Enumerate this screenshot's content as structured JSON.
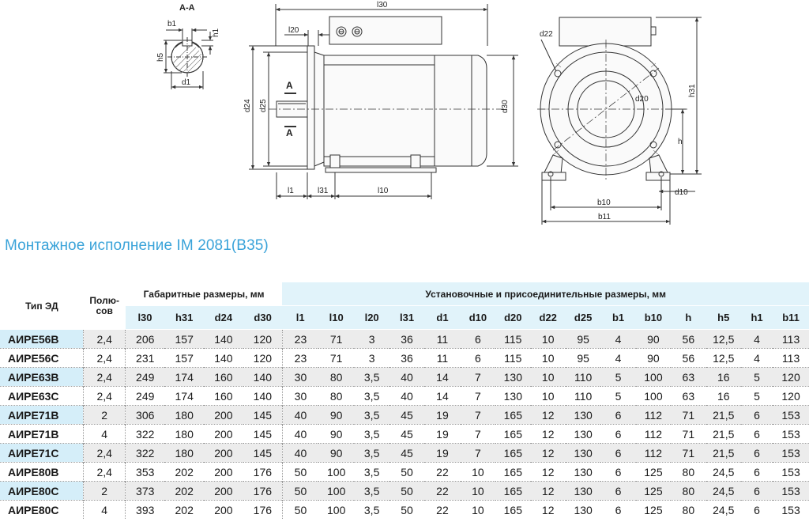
{
  "drawing": {
    "section_title": "A-A",
    "section_labels": {
      "b1": "b1",
      "h1": "h1",
      "h5": "h5",
      "d1": "d1"
    },
    "side_labels": {
      "l30": "l30",
      "l20": "l20",
      "d24": "d24",
      "d25": "d25",
      "d30": "d30",
      "a_top": "A",
      "a_bottom": "A",
      "l1": "l1",
      "l31": "l31",
      "l10": "l10"
    },
    "front_labels": {
      "d22": "d22",
      "d20": "d20",
      "h31": "h31",
      "h": "h",
      "b10": "b10",
      "b11": "b11",
      "d10": "d10"
    }
  },
  "heading": "Монтажное исполнение IM 2081(B35)",
  "table": {
    "type_header": "Тип ЭД",
    "poles_header": "Полю-\nсов",
    "group1_header": "Габаритные размеры, мм",
    "group2_header": "Установочные и присоединительные размеры, мм",
    "group1_columns": [
      "l30",
      "h31",
      "d24",
      "d30"
    ],
    "group2_columns": [
      "l1",
      "l10",
      "l20",
      "l31",
      "d1",
      "d10",
      "d20",
      "d22",
      "d25",
      "b1",
      "b10",
      "h",
      "h5",
      "h1",
      "b11"
    ],
    "rows": [
      {
        "type": "АИРЕ56В",
        "poles": "2,4",
        "values": [
          "206",
          "157",
          "140",
          "120",
          "23",
          "71",
          "3",
          "36",
          "11",
          "6",
          "115",
          "10",
          "95",
          "4",
          "90",
          "56",
          "12,5",
          "4",
          "113"
        ]
      },
      {
        "type": "АИРЕ56С",
        "poles": "2,4",
        "values": [
          "231",
          "157",
          "140",
          "120",
          "23",
          "71",
          "3",
          "36",
          "11",
          "6",
          "115",
          "10",
          "95",
          "4",
          "90",
          "56",
          "12,5",
          "4",
          "113"
        ]
      },
      {
        "type": "АИРЕ63В",
        "poles": "2,4",
        "values": [
          "249",
          "174",
          "160",
          "140",
          "30",
          "80",
          "3,5",
          "40",
          "14",
          "7",
          "130",
          "10",
          "110",
          "5",
          "100",
          "63",
          "16",
          "5",
          "120"
        ]
      },
      {
        "type": "АИРЕ63С",
        "poles": "2,4",
        "values": [
          "249",
          "174",
          "160",
          "140",
          "30",
          "80",
          "3,5",
          "40",
          "14",
          "7",
          "130",
          "10",
          "110",
          "5",
          "100",
          "63",
          "16",
          "5",
          "120"
        ]
      },
      {
        "type": "АИРЕ71В",
        "poles": "2",
        "values": [
          "306",
          "180",
          "200",
          "145",
          "40",
          "90",
          "3,5",
          "45",
          "19",
          "7",
          "165",
          "12",
          "130",
          "6",
          "112",
          "71",
          "21,5",
          "6",
          "153"
        ]
      },
      {
        "type": "АИРЕ71В",
        "poles": "4",
        "values": [
          "322",
          "180",
          "200",
          "145",
          "40",
          "90",
          "3,5",
          "45",
          "19",
          "7",
          "165",
          "12",
          "130",
          "6",
          "112",
          "71",
          "21,5",
          "6",
          "153"
        ]
      },
      {
        "type": "АИРЕ71С",
        "poles": "2,4",
        "values": [
          "322",
          "180",
          "200",
          "145",
          "40",
          "90",
          "3,5",
          "45",
          "19",
          "7",
          "165",
          "12",
          "130",
          "6",
          "112",
          "71",
          "21,5",
          "6",
          "153"
        ]
      },
      {
        "type": "АИРЕ80В",
        "poles": "2,4",
        "values": [
          "353",
          "202",
          "200",
          "176",
          "50",
          "100",
          "3,5",
          "50",
          "22",
          "10",
          "165",
          "12",
          "130",
          "6",
          "125",
          "80",
          "24,5",
          "6",
          "153"
        ]
      },
      {
        "type": "АИРЕ80С",
        "poles": "2",
        "values": [
          "373",
          "202",
          "200",
          "176",
          "50",
          "100",
          "3,5",
          "50",
          "22",
          "10",
          "165",
          "12",
          "130",
          "6",
          "125",
          "80",
          "24,5",
          "6",
          "153"
        ]
      },
      {
        "type": "АИРЕ80С",
        "poles": "4",
        "values": [
          "393",
          "202",
          "200",
          "176",
          "50",
          "100",
          "3,5",
          "50",
          "22",
          "10",
          "165",
          "12",
          "130",
          "6",
          "125",
          "80",
          "24,5",
          "6",
          "153"
        ]
      }
    ]
  }
}
